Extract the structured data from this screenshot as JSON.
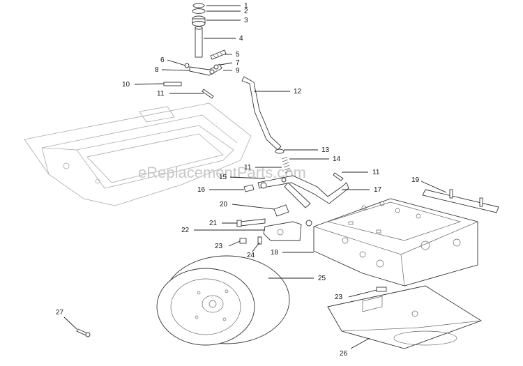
{
  "watermark": "eReplacementParts.com",
  "callouts": [
    {
      "id": "c1",
      "text": "1"
    },
    {
      "id": "c2",
      "text": "2"
    },
    {
      "id": "c3",
      "text": "3"
    },
    {
      "id": "c4",
      "text": "4"
    },
    {
      "id": "c5",
      "text": "5"
    },
    {
      "id": "c6",
      "text": "6"
    },
    {
      "id": "c7",
      "text": "7"
    },
    {
      "id": "c8",
      "text": "8"
    },
    {
      "id": "c9",
      "text": "9"
    },
    {
      "id": "c10",
      "text": "10"
    },
    {
      "id": "c11a",
      "text": "11"
    },
    {
      "id": "c12",
      "text": "12"
    },
    {
      "id": "c13",
      "text": "13"
    },
    {
      "id": "c14",
      "text": "14"
    },
    {
      "id": "c11b",
      "text": "11"
    },
    {
      "id": "c11c",
      "text": "11"
    },
    {
      "id": "c15",
      "text": "15"
    },
    {
      "id": "c16",
      "text": "16"
    },
    {
      "id": "c17",
      "text": "17"
    },
    {
      "id": "c19",
      "text": "19"
    },
    {
      "id": "c20",
      "text": "20"
    },
    {
      "id": "c21",
      "text": "21"
    },
    {
      "id": "c22",
      "text": "22"
    },
    {
      "id": "c23a",
      "text": "23"
    },
    {
      "id": "c24",
      "text": "24"
    },
    {
      "id": "c18",
      "text": "18"
    },
    {
      "id": "c25",
      "text": "25"
    },
    {
      "id": "c23b",
      "text": "23"
    },
    {
      "id": "c27",
      "text": "27"
    },
    {
      "id": "c26",
      "text": "26"
    }
  ]
}
